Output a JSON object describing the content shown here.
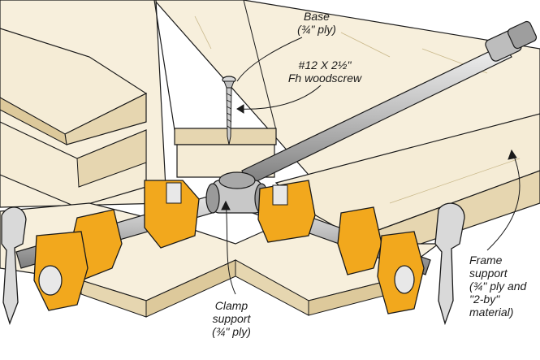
{
  "labels": {
    "base": {
      "line1": "Base",
      "line2": "(¾\" ply)"
    },
    "screw": {
      "line1": "#12 X 2½\"",
      "line2": "Fh woodscrew"
    },
    "clamp_support": {
      "line1": "Clamp",
      "line2": "support",
      "line3": "(¾\" ply)"
    },
    "frame_support": {
      "line1": "Frame",
      "line2": "support",
      "line3": "(¾\" ply and",
      "line4": "\"2-by\"",
      "line5": "material)"
    }
  },
  "colors": {
    "wood_top": "#f5ecd6",
    "wood_edge": "#e6d6b0",
    "clamp": "#f2a81d",
    "clamp_dark": "#c27c08",
    "pipe": "#cfcfcf",
    "pipe_dark": "#8e8e8e",
    "ink": "#1a1a1a"
  }
}
